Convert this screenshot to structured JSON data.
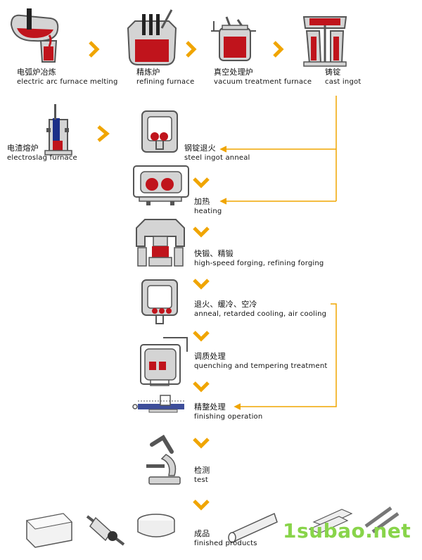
{
  "steps": {
    "eaf": {
      "zh": "电弧炉冶炼",
      "en": "electric arc furnace melting"
    },
    "refining": {
      "zh": "精炼炉",
      "en": "refining furnace"
    },
    "vacuum": {
      "zh": "真空处理炉",
      "en": "vacuum treatment furnace"
    },
    "cast": {
      "zh": "铸锭",
      "en": "cast ingot"
    },
    "esr": {
      "zh": "电渣熔炉",
      "en": "electroslag furnace"
    },
    "anneal_ingot": {
      "zh": "钢锭退火",
      "en": "steel ingot anneal"
    },
    "heating": {
      "zh": "加热",
      "en": "heating"
    },
    "forging": {
      "zh": "快锻、精锻",
      "en": "high-speed forging, refining forging"
    },
    "cooling": {
      "zh": "退火、缓冷、空冷",
      "en": "anneal, retarded cooling, air cooling"
    },
    "quench": {
      "zh": "调质处理",
      "en": "quenching and tempering treatment"
    },
    "finishing": {
      "zh": "精整处理",
      "en": "finishing operation"
    },
    "test": {
      "zh": "检测",
      "en": "test"
    },
    "products": {
      "zh": "成品",
      "en": "finished products"
    }
  },
  "watermark": "1subao.net",
  "colors": {
    "accent": "#f0a500",
    "metal": "#c0141c",
    "outline": "#555555",
    "fill": "#d4d4d4"
  }
}
